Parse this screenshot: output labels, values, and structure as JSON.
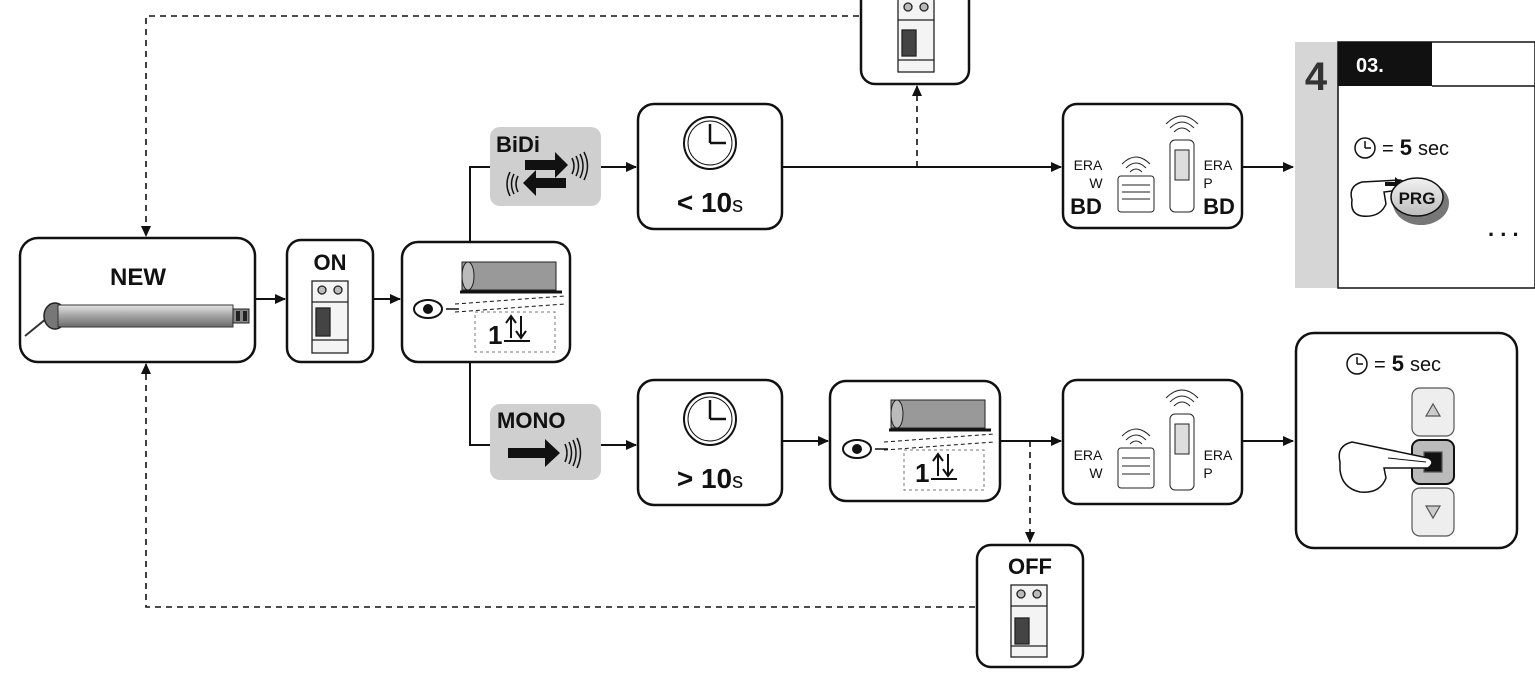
{
  "nodes": {
    "new_label": "NEW",
    "on_label": "ON",
    "off_label": "OFF",
    "bidi_label": "BiDi",
    "mono_label": "MONO",
    "timer_bidi": {
      "prefix": "< ",
      "value": "10",
      "unit": "s"
    },
    "timer_mono": {
      "prefix": "> ",
      "value": "10",
      "unit": "s"
    },
    "shutter_step": "1",
    "era_bd": {
      "left_top": "ERA",
      "left_mid": "W",
      "left_bold": "BD",
      "right_top": "ERA",
      "right_mid": "P",
      "right_bold": "BD"
    },
    "era_mono": {
      "left_top": "ERA",
      "left_mid": "W",
      "right_top": "ERA",
      "right_mid": "P"
    }
  },
  "step_panel": {
    "number": "4",
    "step_code": "03.",
    "time_eq": "=",
    "time_value": "5",
    "time_unit": "sec",
    "button_label": "PRG",
    "ellipsis": ". . ."
  },
  "mono_panel": {
    "time_eq": "=",
    "time_value": "5",
    "time_unit": "sec"
  },
  "colors": {
    "stroke": "#111111",
    "panel_grey": "#d6d6d6",
    "label_grey": "#cfcfcf",
    "tube": "#9a9a9a"
  }
}
